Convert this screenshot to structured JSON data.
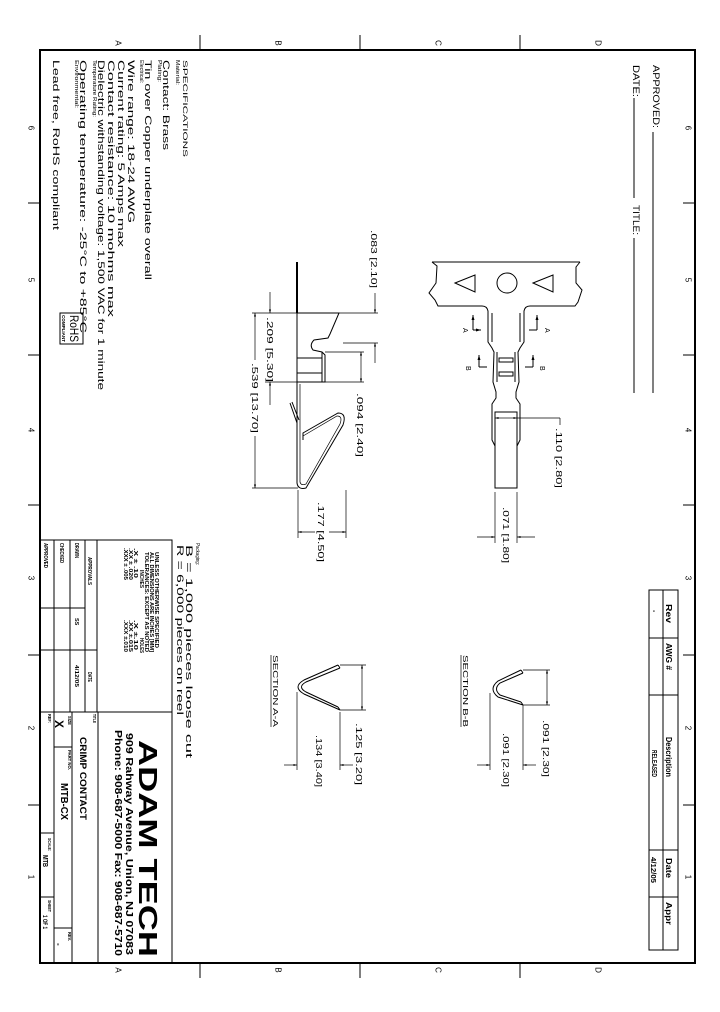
{
  "frame": {
    "zone_letters": [
      "A",
      "B",
      "C",
      "D"
    ],
    "zone_numbers": [
      "6",
      "5",
      "4",
      "3",
      "2",
      "1"
    ],
    "line_color": "#000000",
    "background": "#ffffff"
  },
  "approval": {
    "approved_label": "APPROVED:",
    "date_label": "DATE:",
    "title_label": "TITLE:"
  },
  "revision_table": {
    "headers": [
      "Rev",
      "AWG #",
      "Description",
      "Date",
      "Appr"
    ],
    "rows": [
      {
        "rev": "-",
        "awg": "",
        "description": "RELEASED",
        "date": "4/12/05",
        "appr": ""
      }
    ]
  },
  "specifications": {
    "heading": "SPECIFICATIONS",
    "material_label": "Material:",
    "contact": "Contact: Brass",
    "plating_label": "Plating:",
    "plating": "Tin over Copper underplate overall",
    "electrical_label": "Electrical:",
    "wire_range": "Wire range: 18-24 AWG",
    "current_rating": "Current rating: 5 Amps max",
    "contact_resistance": "Contact resistance: 10 mohms max",
    "dielectric": "Dielectric withstanding voltage: 1,500 VAC for 1 minute",
    "temperature_label": "Temperature Rating:",
    "operating_temperature": "Operating temperature: -25°C to +85°C",
    "environmental_label": "Environmental:",
    "lead_free": "Lead free, RoHS compliant"
  },
  "rohs_badge": {
    "top": "RoHS",
    "bottom": "COMPLIANT"
  },
  "packaging": {
    "label": "Packaging:",
    "bulk": "B = 1,000 pieces loose cut",
    "reel": "R = 6,000 pieces on reel"
  },
  "views": {
    "section_a_marker": "A",
    "section_b_marker": "B",
    "section_a_title": "SECTION A-A",
    "section_b_title": "SECTION B-B"
  },
  "dimensions": {
    "d110": ".110 [2.80]",
    "d071": ".071 [1.80]",
    "d083": ".083 [2.10]",
    "d094": ".094 [2.40]",
    "d209": ".209 [5.30]",
    "d539": ".539 [13.70]",
    "d177": ".177 [4.50]",
    "d125": ".125 [3.20]",
    "d134": ".134 [3.40]",
    "d091_height": ".091 [2.30]",
    "d091_width": ".091 [2.30]"
  },
  "tolerances": {
    "line1": "UNLESS OTHERWISE SPECIFIED",
    "line2": "ALL DIMENSIONS ARE INCHES [MM]",
    "line3": "TOLERANCES: EXCEPT AS NOTED",
    "inches_label": "INCHES",
    "holes_label": "HOLES",
    "inches": [
      ".X  ± .10",
      ".XX  ± .020",
      ".XXX ± .005"
    ],
    "holes": [
      ".X  ±.10",
      ".XX  ±.015",
      ".XXX ±.010"
    ]
  },
  "approvals": {
    "header": "APPROVALS",
    "date_header": "DATE",
    "drawn_label": "DRAWN",
    "drawn_by": "SS",
    "drawn_date": "4/12/05",
    "checked_label": "CHECKED",
    "approved_label": "APPROVED"
  },
  "title_block": {
    "company": "ADAM TECH",
    "address": "909 Rahway Avenue, Union, NJ 07083",
    "phone": "Phone: 908-687-5000 Fax: 908-687-5710",
    "title_label": "TITLE",
    "title": "CRIMP CONTACT",
    "size_label": "SIZE",
    "size": "X",
    "part_no_label": "PART NO.",
    "part_no": "MTB-CX",
    "rev_label": "REV.",
    "rev": "-",
    "ref_label": "REF:",
    "scale_label": "SCALE:",
    "scale": "MTB",
    "sheet_label": "SHEET",
    "sheet": "1 OF 1"
  }
}
